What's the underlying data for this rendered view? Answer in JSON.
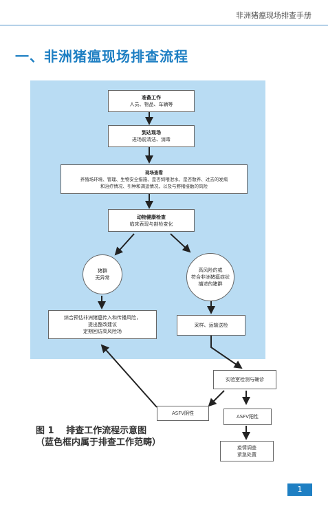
{
  "header": {
    "book_title": "非洲猪瘟现场排查手册"
  },
  "heading": "一、非洲猪瘟现场排查流程",
  "flow": {
    "step1": {
      "title": "准备工作",
      "sub": "人员、物品、车辆等"
    },
    "step2": {
      "title": "到达现场",
      "sub": "进场前清洁、消毒"
    },
    "step3": {
      "title": "现场查看",
      "line1": "养殖场环境、管理、生物安全措施、是否饲喂泔水、是否散养、过去的发病",
      "line2": "和治疗情况、引种和调运情况，以及与野猪接触的风险"
    },
    "step4": {
      "title": "动物健康检查",
      "sub": "临床表现与剖检变化"
    },
    "left_circle": {
      "line1": "猪群",
      "line2": "无异常"
    },
    "right_circle": {
      "line1": "高风险的或",
      "line2": "符合非洲猪瘟症状",
      "line3": "描述的猪群"
    },
    "left_box": {
      "line1": "综合预估非洲猪瘟传入和传播风险，",
      "line2": "提出整改建议",
      "line3": "定期回访高风险场"
    },
    "right_box": {
      "text": "采样、运输送检"
    },
    "lab_box": {
      "text": "实验室检测与确诊"
    },
    "negative_box": {
      "text": "ASFV阴性"
    },
    "positive_box": {
      "text": "ASFV阳性"
    },
    "final_box": {
      "line1": "疫情调查",
      "line2": "紧急处置"
    }
  },
  "caption": {
    "line1": "图 1　 排查工作流程示意图",
    "line2": "（蓝色框内属于排查工作范畴）"
  },
  "page_number": "1",
  "colors": {
    "accent": "#1e7fc3",
    "panel": "#b9dcf3"
  }
}
